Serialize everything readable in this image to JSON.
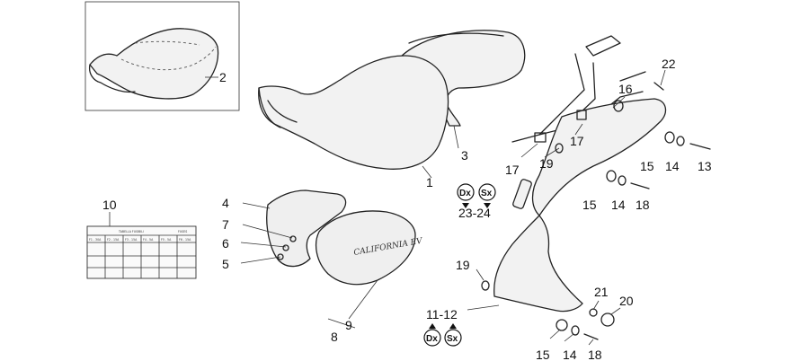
{
  "labels": {
    "l1": "1",
    "l2": "2",
    "l3": "3",
    "l4": "4",
    "l5": "5",
    "l6": "6",
    "l7": "7",
    "l8": "8",
    "l9": "9",
    "l10": "10",
    "l11_12": "11-12",
    "l13": "13",
    "l14a": "14",
    "l14b": "14",
    "l14c": "14",
    "l15a": "15",
    "l15b": "15",
    "l15c": "15",
    "l16": "16",
    "l17a": "17",
    "l17b": "17",
    "l18a": "18",
    "l18b": "18",
    "l19a": "19",
    "l19b": "19",
    "l20": "20",
    "l21": "21",
    "l22": "22",
    "l23_24": "23-24"
  },
  "badges": {
    "dx_top": "Dx",
    "sx_top": "Sx",
    "dx_bottom": "Dx",
    "sx_bottom": "Sx"
  },
  "panel_logo": "CALIFORNIA EV",
  "fuse_table": {
    "title": "TABELLA FUSIBILI",
    "subtitle": "FUSES",
    "headers": [
      "F1 - 30A",
      "F2 - 15A",
      "F3 - 15A",
      "F4 - 5A",
      "F5 - 5A",
      "F6 - 15A"
    ]
  }
}
